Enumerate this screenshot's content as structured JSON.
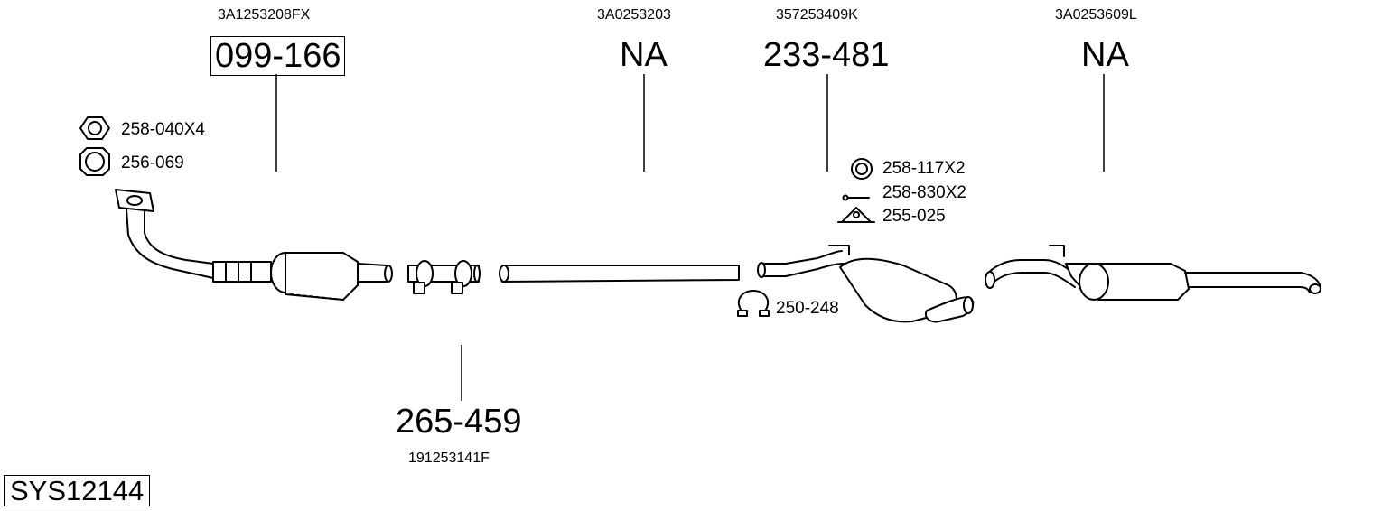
{
  "diagram": {
    "system_code": "SYS12144",
    "parts": [
      {
        "oem": "3A1253208FX",
        "code": "099-166"
      },
      {
        "oem": "3A0253203",
        "code": "NA"
      },
      {
        "oem": "357253409K",
        "code": "233-481"
      },
      {
        "oem": "3A0253609L",
        "code": "NA"
      },
      {
        "oem": "191253141F",
        "code": "265-459"
      }
    ],
    "accessories": [
      {
        "code": "258-040X4",
        "icon": "hex-nut-icon"
      },
      {
        "code": "256-069",
        "icon": "flange-gasket-icon"
      },
      {
        "code": "258-117X2",
        "icon": "ring-seal-icon"
      },
      {
        "code": "258-830X2",
        "icon": "bolt-icon"
      },
      {
        "code": "255-025",
        "icon": "rubber-mount-icon"
      },
      {
        "code": "250-248",
        "icon": "pipe-clamp-icon"
      }
    ],
    "colors": {
      "line": "#000000",
      "background": "#ffffff",
      "part_fill": "#ffffff"
    }
  }
}
